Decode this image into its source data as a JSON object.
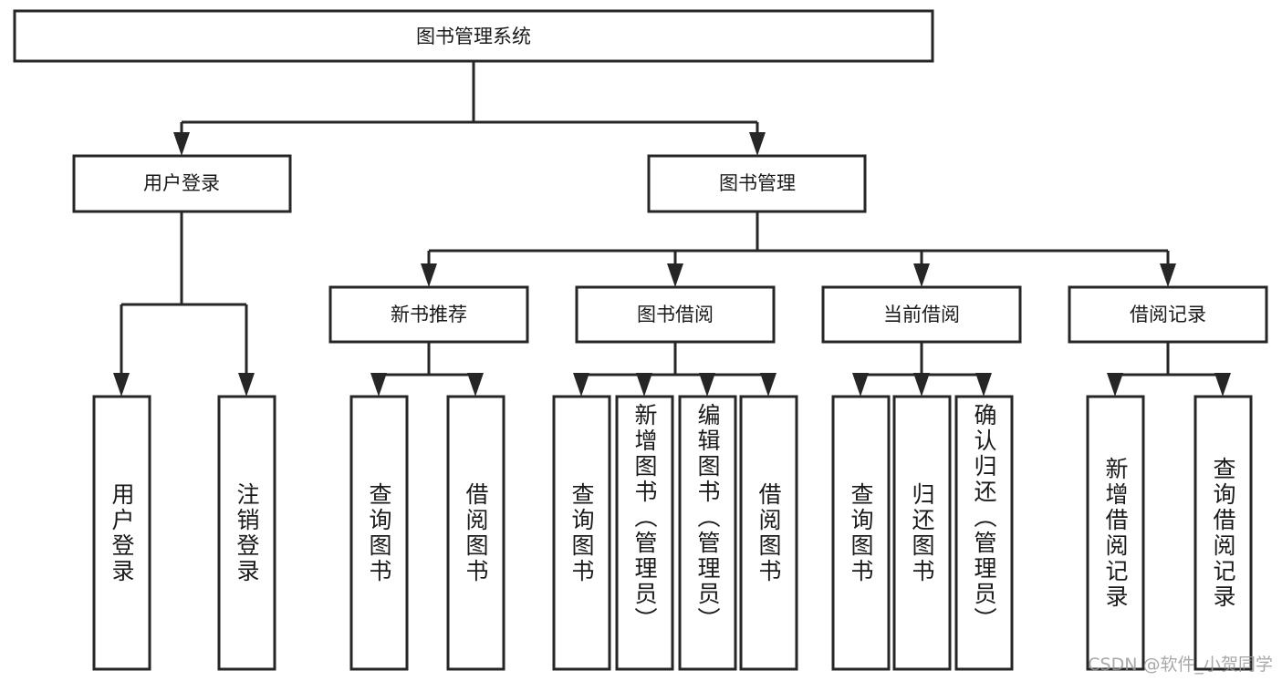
{
  "diagram": {
    "type": "tree-hierarchy",
    "title": "图书管理系统",
    "orientation": "top-down",
    "background_color": "#ffffff",
    "stroke_color": "#262626",
    "text_color": "#1a1a1a",
    "root": {
      "id": "root",
      "label": "图书管理系统"
    },
    "level2": [
      {
        "id": "user-login",
        "label": "用户登录"
      },
      {
        "id": "book-manage",
        "label": "图书管理"
      }
    ],
    "level3": [
      {
        "id": "new-book-rec",
        "label": "新书推荐",
        "parent": "book-manage"
      },
      {
        "id": "book-borrow",
        "label": "图书借阅",
        "parent": "book-manage"
      },
      {
        "id": "current-borrow",
        "label": "当前借阅",
        "parent": "book-manage"
      },
      {
        "id": "borrow-record",
        "label": "借阅记录",
        "parent": "book-manage"
      }
    ],
    "leaves": [
      {
        "id": "leaf-user-login",
        "label": "用户登录",
        "parent": "user-login"
      },
      {
        "id": "leaf-user-logout",
        "label": "注销登录",
        "parent": "user-login"
      },
      {
        "id": "leaf-rec-query",
        "label": "查询图书",
        "parent": "new-book-rec"
      },
      {
        "id": "leaf-rec-borrow",
        "label": "借阅图书",
        "parent": "new-book-rec"
      },
      {
        "id": "leaf-borrow-query",
        "label": "查询图书",
        "parent": "book-borrow"
      },
      {
        "id": "leaf-borrow-add",
        "label": "新增图书（管理员）",
        "parent": "book-borrow"
      },
      {
        "id": "leaf-borrow-edit",
        "label": "编辑图书（管理员）",
        "parent": "book-borrow"
      },
      {
        "id": "leaf-borrow-lend",
        "label": "借阅图书",
        "parent": "book-borrow"
      },
      {
        "id": "leaf-cur-query",
        "label": "查询图书",
        "parent": "current-borrow"
      },
      {
        "id": "leaf-cur-return",
        "label": "归还图书",
        "parent": "current-borrow"
      },
      {
        "id": "leaf-cur-confirm",
        "label": "确认归还（管理员）",
        "parent": "current-borrow"
      },
      {
        "id": "leaf-rec-add",
        "label": "新增借阅记录",
        "parent": "borrow-record"
      },
      {
        "id": "leaf-rec-query-record",
        "label": "查询借阅记录",
        "parent": "borrow-record"
      }
    ]
  },
  "watermark": {
    "text": "CSDN @软件_小贺同学",
    "color": "#9a9a9a"
  }
}
